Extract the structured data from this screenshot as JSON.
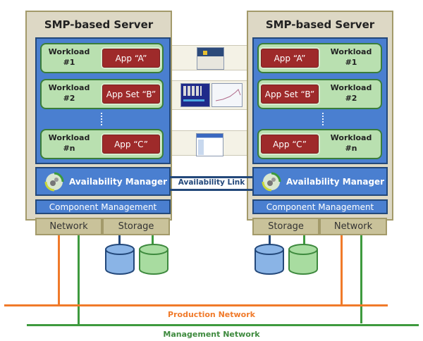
{
  "servers": [
    {
      "title": "SMP-based Server",
      "workloads": [
        {
          "label_line1": "Workload",
          "label_line2": "#1",
          "app": "App “A”"
        },
        {
          "label_line1": "Workload",
          "label_line2": "#2",
          "app": "App Set “B”"
        },
        {
          "label_line1": "Workload",
          "label_line2": "#n",
          "app": "App “C”"
        }
      ],
      "availability_manager": "Availability Manager",
      "component_management": "Component Management",
      "ports": [
        "Network",
        "Storage"
      ]
    },
    {
      "title": "SMP-based Server",
      "workloads": [
        {
          "label_line1": "Workload",
          "label_line2": "#1",
          "app": "App “A”"
        },
        {
          "label_line1": "Workload",
          "label_line2": "#2",
          "app": "App Set “B”"
        },
        {
          "label_line1": "Workload",
          "label_line2": "#n",
          "app": "App “C”"
        }
      ],
      "availability_manager": "Availability Manager",
      "component_management": "Component Management",
      "ports": [
        "Storage",
        "Network"
      ]
    }
  ],
  "availability_link": "Availability Link",
  "networks": {
    "production": "Production Network",
    "management": "Management Network"
  },
  "colors": {
    "server_bg": "#ddd8c5",
    "inner_blue": "#4a7fd0",
    "workload_green": "#b9e0b0",
    "app_red": "#9e2a2a",
    "production": "#f07a2a",
    "management": "#3e9a3e",
    "storage_blue": "#8ab4e6",
    "storage_green": "#a8dca0"
  },
  "icons": {
    "availability": "availability-manager-gear-icon",
    "disk": "storage-disk-icon"
  }
}
